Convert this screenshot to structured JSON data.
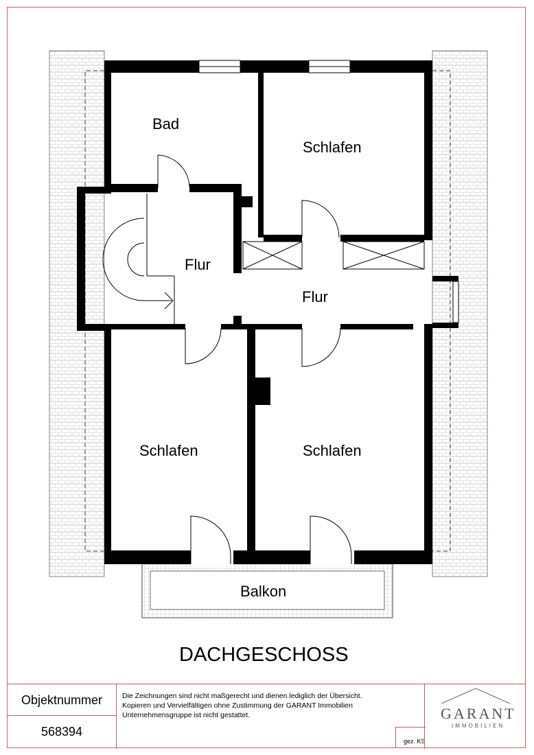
{
  "plan": {
    "title": "DACHGESCHOSS",
    "rooms": {
      "bad": "Bad",
      "schlafen_top": "Schlafen",
      "flur_left": "Flur",
      "flur_right": "Flur",
      "schlafen_bottom_left": "Schlafen",
      "schlafen_bottom_right": "Schlafen",
      "balkon": "Balkon"
    }
  },
  "footer": {
    "objekt_label": "Objektnummer",
    "objekt_value": "568394",
    "disclaimer": [
      "Die Zeichnungen sind nicht maßgerecht und dienen lediglich der Übersicht.",
      "Kopieren und Vervielfältigen ohne Zustimmung der GARANT Immobilien",
      "Unternehmensgruppe ist nicht gestattet."
    ],
    "signature": "gez. KS",
    "logo": "GARANT",
    "logo_sub": "IMMOBILIEN"
  }
}
